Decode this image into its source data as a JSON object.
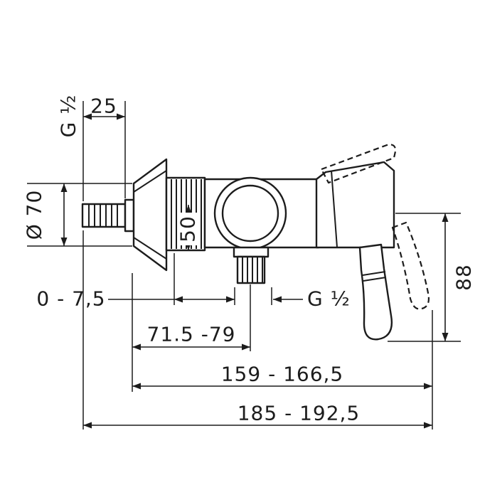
{
  "page": {
    "background": "#ffffff"
  },
  "drawing": {
    "type": "technical-dimension-drawing",
    "subject": "wall-mounted shower mixer - side elevation",
    "line_color": "#1c1c1c",
    "labels": {
      "inlet_thread": "G ½",
      "inlet_length": "25",
      "escutcheon_diameter": "Ø 70",
      "adjust_depth": "50",
      "adjust_range": "0 - 7,5",
      "outlet_thread": "G ½",
      "wall_to_outlet": "71.5 -79",
      "wall_to_lever": "159 - 166,5",
      "overall_depth": "185 - 192,5",
      "body_height": "88"
    }
  }
}
